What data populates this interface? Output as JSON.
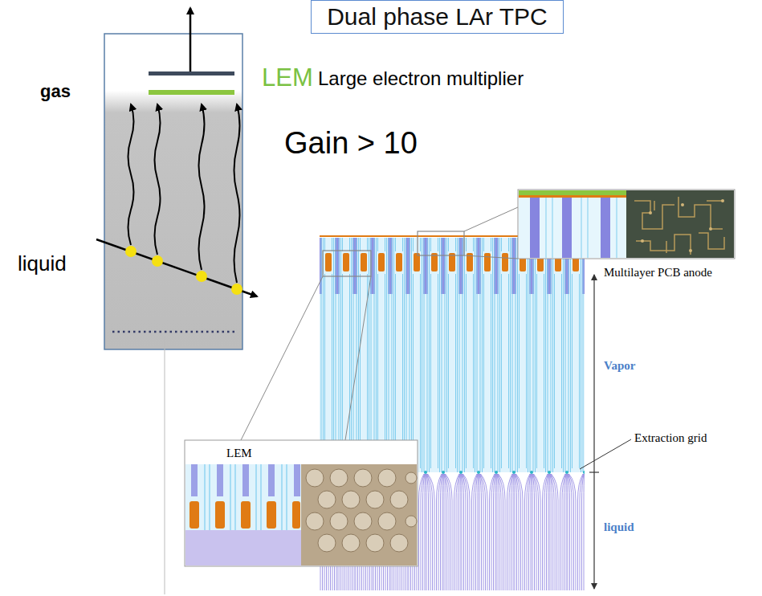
{
  "diagram": {
    "nodes": [
      {
        "text": [
          "Dual phase LAr TPC"
        ]
      }
    ],
    "labels": [
      "gas",
      "LEM",
      "Large electron multiplier",
      "Gain > 10",
      "liquid",
      "LEM",
      "Multilayer PCB anode",
      "Vapor",
      "Extraction grid",
      "liquid"
    ]
  }
}
